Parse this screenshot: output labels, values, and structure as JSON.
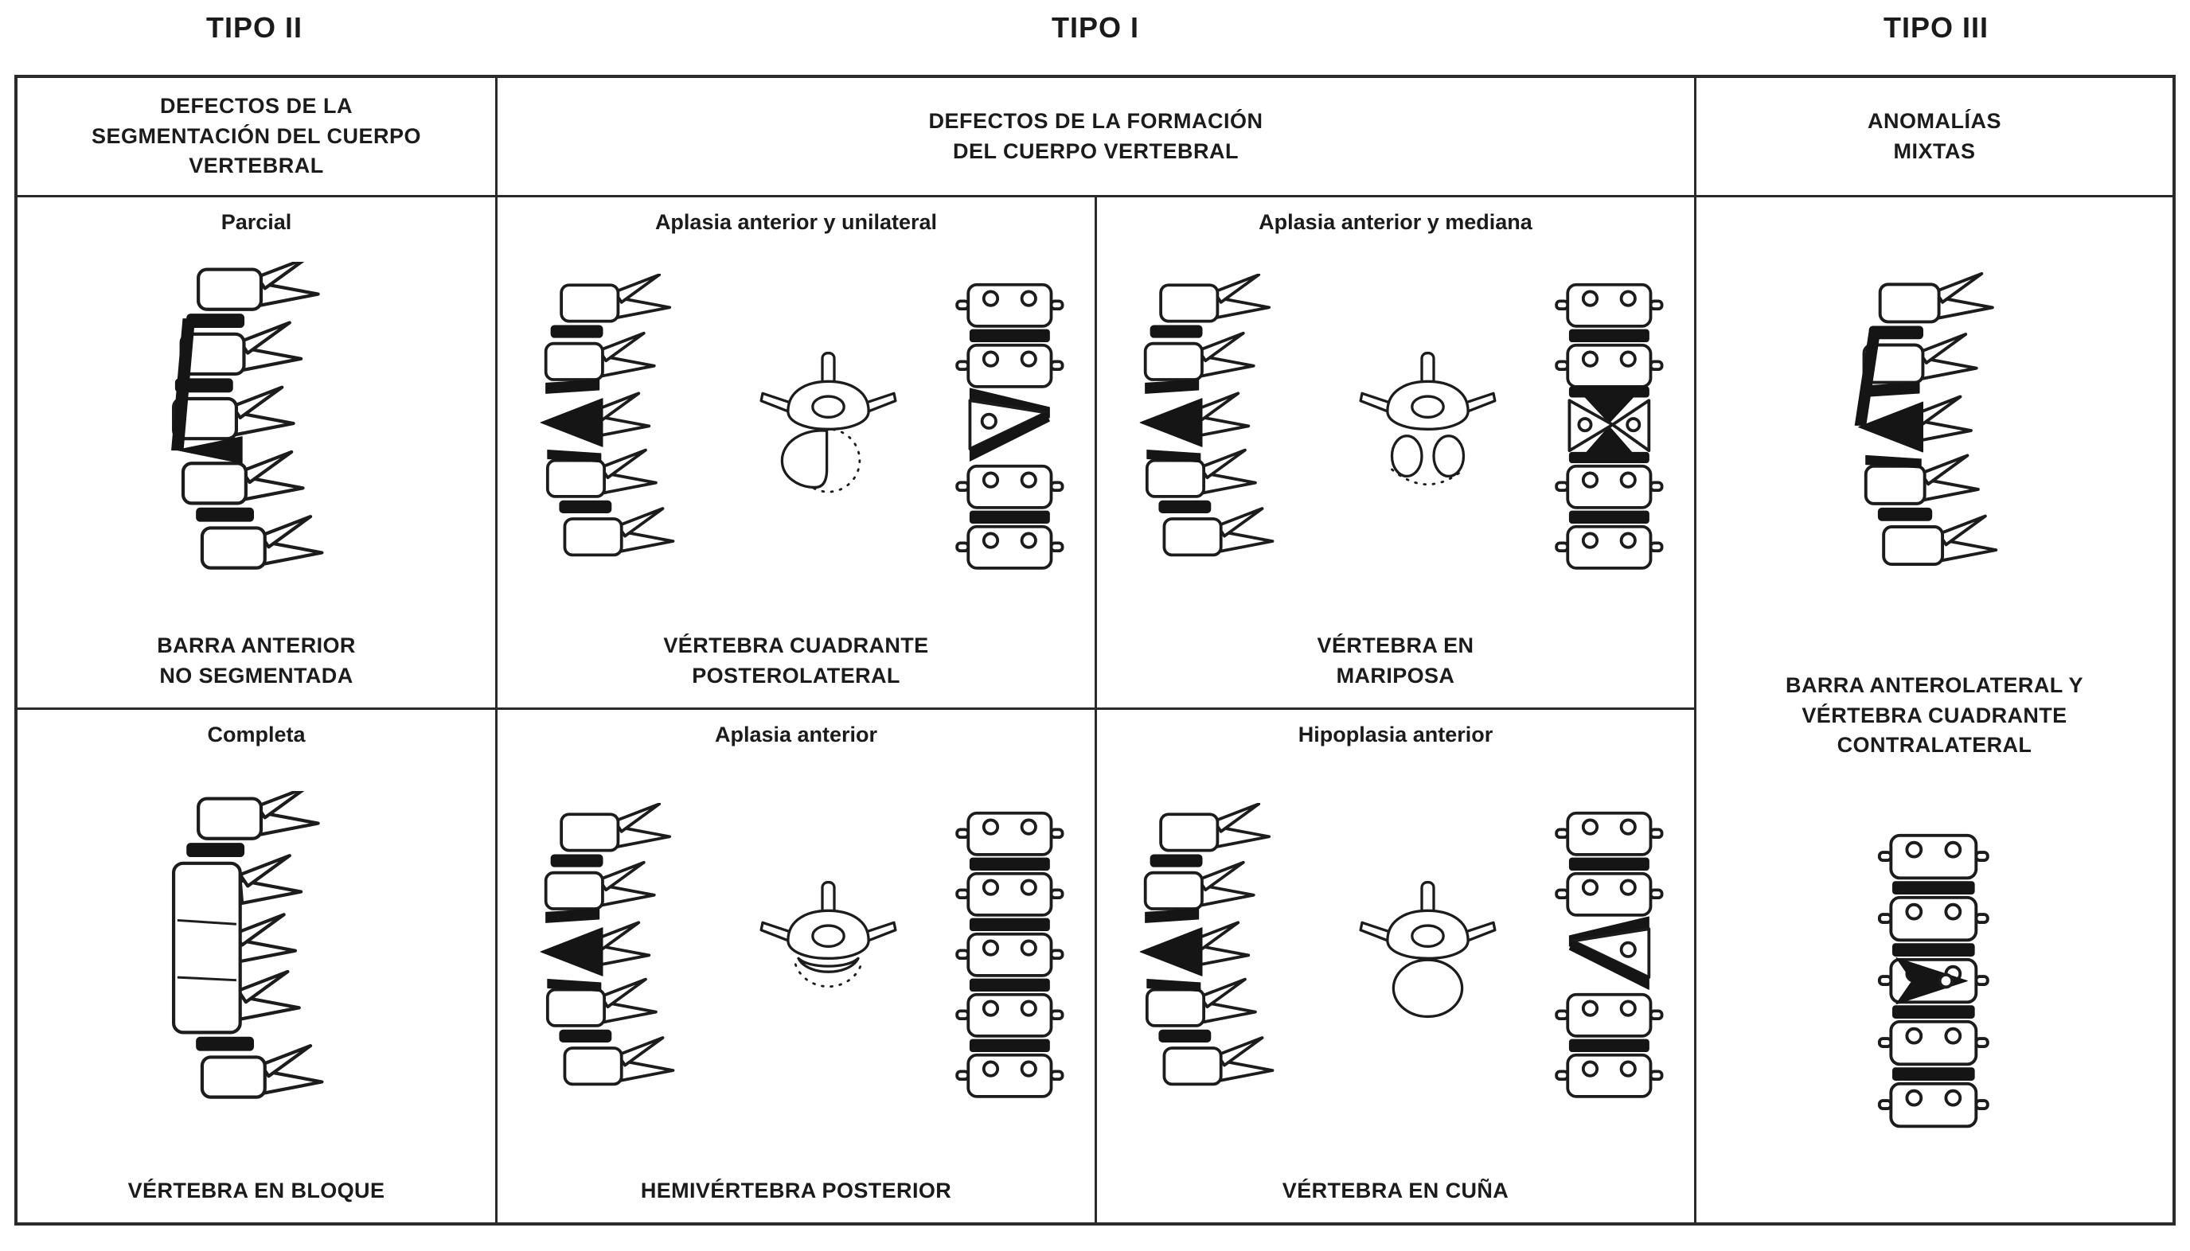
{
  "tipo_labels": {
    "tipo2": "TIPO II",
    "tipo1": "TIPO I",
    "tipo3": "TIPO III"
  },
  "headers": {
    "tipo2": "DEFECTOS DE LA\nSEGMENTACIÓN DEL CUERPO\nVERTEBRAL",
    "tipo1": "DEFECTOS DE LA FORMACIÓN\nDEL CUERPO VERTEBRAL",
    "tipo3": "ANOMALÍAS\nMIXTAS"
  },
  "cells": {
    "parcial": {
      "subtitle": "Parcial",
      "caption": "BARRA ANTERIOR\nNO SEGMENTADA"
    },
    "completa": {
      "subtitle": "Completa",
      "caption": "VÉRTEBRA EN BLOQUE"
    },
    "unilateral": {
      "subtitle": "Aplasia anterior y unilateral",
      "caption": "VÉRTEBRA CUADRANTE\nPOSTEROLATERAL"
    },
    "mediana": {
      "subtitle": "Aplasia anterior y mediana",
      "caption": "VÉRTEBRA EN\nMARIPOSA"
    },
    "anterior": {
      "subtitle": "Aplasia anterior",
      "caption": "HEMIVÉRTEBRA POSTERIOR"
    },
    "hipoplasia": {
      "subtitle": "Hipoplasia anterior",
      "caption": "VÉRTEBRA EN CUÑA"
    },
    "mixta": {
      "caption": "BARRA ANTEROLATERAL Y\nVÉRTEBRA CUADRANTE\nCONTRALATERAL"
    }
  },
  "illustrations": {
    "parcial": [
      "lateral-spine-anterior-bar"
    ],
    "completa": [
      "lateral-spine-block-vertebra"
    ],
    "unilateral": [
      "lateral-spine-wedge",
      "axial-vertebra-posterolateral-quadrant",
      "ap-spine-lateral-hemivertebra"
    ],
    "mediana": [
      "lateral-spine-wedge",
      "axial-vertebra-butterfly",
      "ap-spine-butterfly-vertebra"
    ],
    "anterior": [
      "lateral-spine-wedge",
      "axial-vertebra-posterior-hemivertebra",
      "ap-spine-normal-discs"
    ],
    "hipoplasia": [
      "lateral-spine-wedge",
      "axial-vertebra-full-body",
      "ap-spine-wedge-vertebra"
    ],
    "mixta": [
      "lateral-spine-bar-and-wedge",
      "ap-spine-mixed-anomaly"
    ]
  },
  "colors": {
    "ink": "#1b1b1b",
    "line": "#2a2a2a",
    "background": "#ffffff"
  }
}
